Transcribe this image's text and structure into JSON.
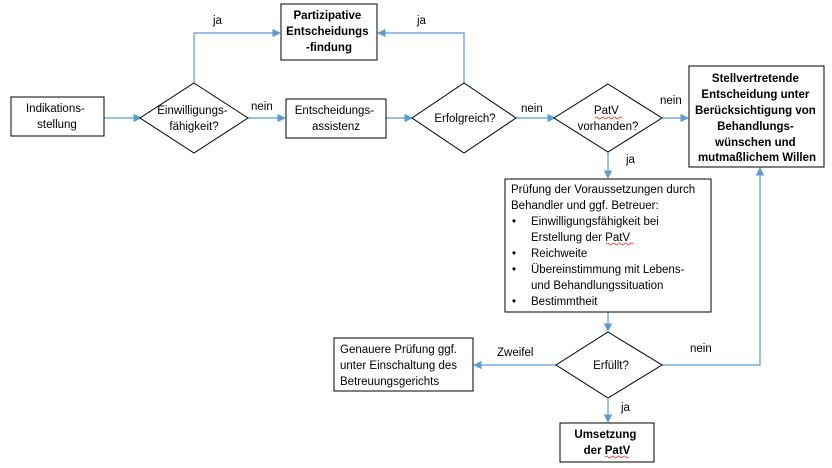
{
  "colors": {
    "arrow": "#5b9bd5",
    "border": "#000000",
    "spellcheck": "#e03030"
  },
  "nodes": {
    "indikation": {
      "lines": [
        "Indikations-",
        "stellung"
      ]
    },
    "einwilligung": {
      "lines": [
        "Einwilligungs-",
        "fähigkeit?"
      ]
    },
    "partizipativ": {
      "lines": [
        "Partizipative",
        "Entscheidungs",
        "-findung"
      ]
    },
    "assistenz": {
      "lines": [
        "Entscheidungs-",
        "assistenz"
      ]
    },
    "erfolgreich": {
      "lines": [
        "Erfolgreich?"
      ]
    },
    "patv": {
      "lines": [
        "PatV",
        "vorhanden?"
      ]
    },
    "stellvertretend": {
      "lines": [
        "Stellvertretende",
        "Entscheidung unter",
        "Berücksichtigung von",
        "Behandlungs-",
        "wünschen und",
        "mutmaßlichem Willen"
      ]
    },
    "pruefung": {
      "intro": [
        "Prüfung der Voraussetzungen durch",
        "Behandler und ggf. Betreuer:"
      ],
      "bullet": "•",
      "items": [
        [
          "Einwilligungsfähigkeit bei",
          "Erstellung der PatV"
        ],
        [
          "Reichweite"
        ],
        [
          "Übereinstimmung mit Lebens-",
          "und Behandlungssituation"
        ],
        [
          "Bestimmtheit"
        ]
      ]
    },
    "erfuellt": {
      "lines": [
        "Erfüllt?"
      ]
    },
    "genauere": {
      "lines": [
        "Genauere Prüfung ggf.",
        "unter Einschaltung des",
        "Betreuungsgerichts"
      ]
    },
    "umsetzung": {
      "lines": [
        "Umsetzung",
        "der PatV"
      ]
    }
  },
  "edges": {
    "ja_partizipativ": "ja",
    "nein_assistenz": "nein",
    "ja_erfolgreich": "ja",
    "nein_patv": "nein",
    "nein_stellvertretend": "nein",
    "ja_pruefung": "ja",
    "zweifel": "Zweifel",
    "nein_erfuellt": "nein",
    "ja_umsetzung": "ja"
  }
}
